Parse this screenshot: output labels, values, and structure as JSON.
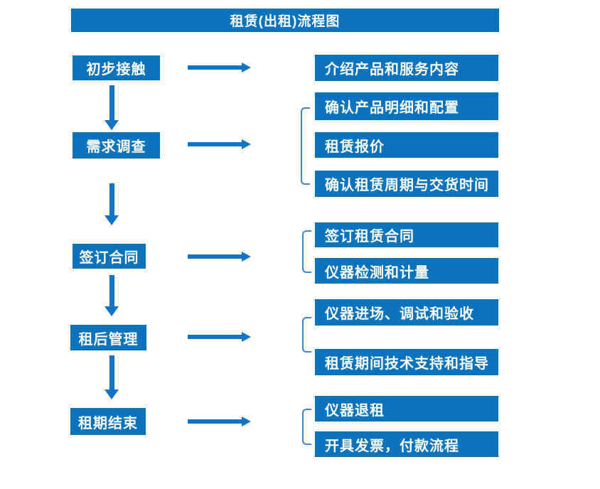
{
  "title": "租赁(出租)流程图",
  "colors": {
    "box_blue": "#0D72BC",
    "arrow_blue": "#1474C8",
    "bracket_blue": "#4286C6",
    "text_white": "#FFFFFF"
  },
  "steps": [
    {
      "label": "初步接触",
      "outputs": [
        "介绍产品和服务内容"
      ]
    },
    {
      "label": "需求调查",
      "outputs": [
        "确认产品明细和配置",
        "租赁报价",
        "确认租赁周期与交货时间"
      ]
    },
    {
      "label": "签订合同",
      "outputs": [
        "签订租赁合同",
        "仪器检测和计量"
      ]
    },
    {
      "label": "租后管理",
      "outputs": [
        "仪器进场、调试和验收",
        "租赁期间技术支持和指导"
      ]
    },
    {
      "label": "租期结束",
      "outputs": [
        "仪器退租",
        "开具发票，付款流程"
      ]
    }
  ]
}
